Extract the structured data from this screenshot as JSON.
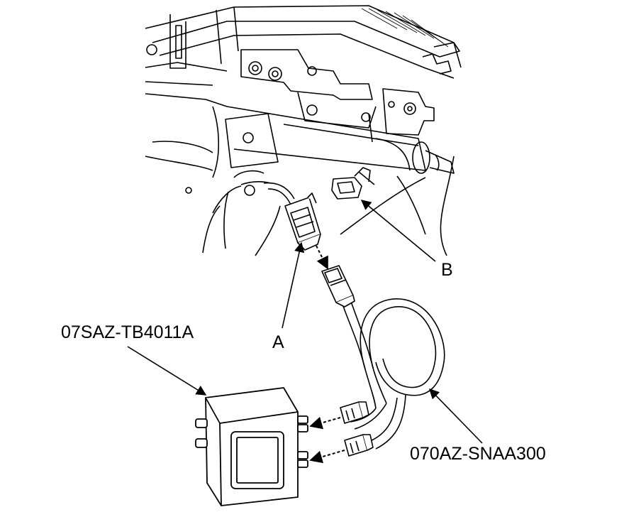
{
  "labels": {
    "connector_a": "A",
    "connector_b": "B",
    "control_unit_part": "07SAZ-TB4011A",
    "harness_part": "070AZ-SNAA300"
  },
  "colors": {
    "line": "#000000",
    "background": "#ffffff"
  }
}
